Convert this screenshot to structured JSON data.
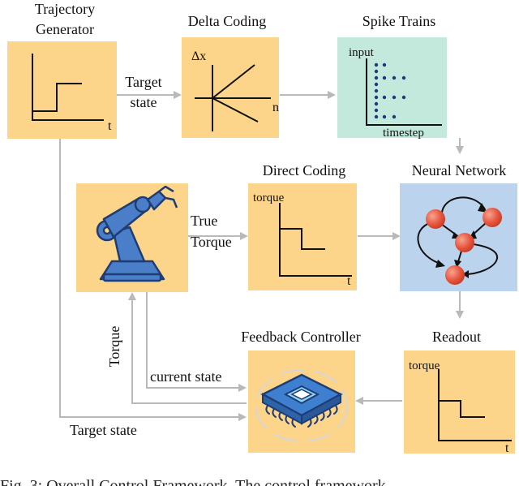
{
  "colors": {
    "box_orange": "#fdd58a",
    "box_teal": "#c3e9dd",
    "box_blue": "#bcd3ee",
    "arrow_gray": "#b9b9b9",
    "node_red": "#e8573f",
    "robot_blue": "#4a7ec8"
  },
  "blocks": {
    "trajectory_generator": {
      "title_line1": "Trajectory",
      "title_line2": "Generator",
      "axis_t": "t"
    },
    "delta_coding": {
      "title": "Delta Coding",
      "axis_y": "Δx",
      "axis_x": "n"
    },
    "spike_trains": {
      "title": "Spike Trains",
      "axis_y": "input",
      "axis_x": "timestep"
    },
    "direct_coding": {
      "title": "Direct Coding",
      "axis_y": "torque",
      "axis_x": "t"
    },
    "neural_network": {
      "title": "Neural Network"
    },
    "readout": {
      "title": "Readout",
      "axis_y": "torque",
      "axis_x": "t"
    },
    "feedback_controller": {
      "title": "Feedback Controller"
    },
    "robot_arm": {
      "icon": "robot-arm-icon"
    }
  },
  "edges": {
    "target_state_1_line1": "Target",
    "target_state_1_line2": "state",
    "true_torque_line1": "True",
    "true_torque_line2": "Torque",
    "torque": "Torque",
    "current_state": "current state",
    "target_state_2": "Target state"
  },
  "caption": "Fig. 3: Overall Control Framework. The control framework"
}
